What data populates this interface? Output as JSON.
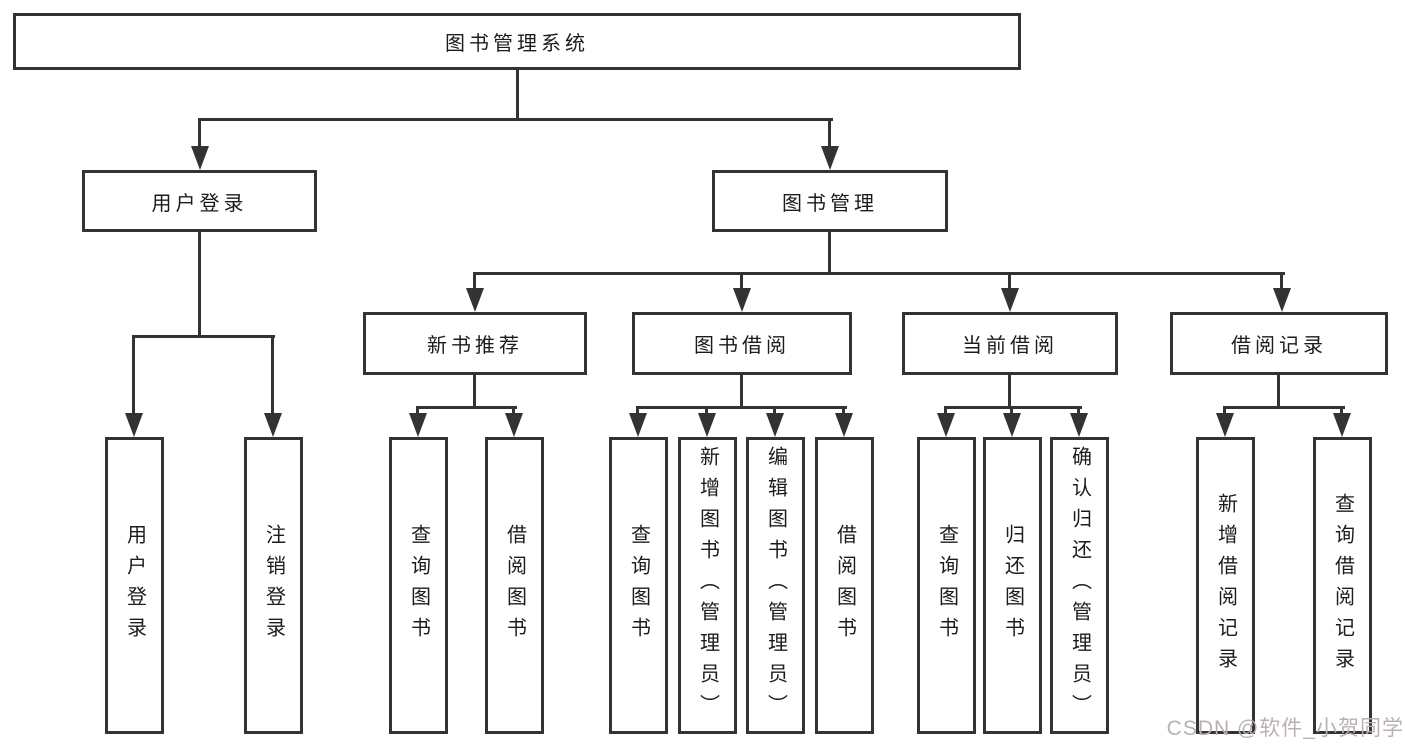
{
  "diagram": {
    "title": "图书管理系统",
    "branches": [
      {
        "label": "用户登录",
        "children": [
          {
            "label": "用户登录"
          },
          {
            "label": "注销登录"
          }
        ]
      },
      {
        "label": "图书管理",
        "children": [
          {
            "label": "新书推荐",
            "children": [
              {
                "label": "查询图书"
              },
              {
                "label": "借阅图书"
              }
            ]
          },
          {
            "label": "图书借阅",
            "children": [
              {
                "label": "查询图书"
              },
              {
                "label": "新增图书（管理员）"
              },
              {
                "label": "编辑图书（管理员）"
              },
              {
                "label": "借阅图书"
              }
            ]
          },
          {
            "label": "当前借阅",
            "children": [
              {
                "label": "查询图书"
              },
              {
                "label": "归还图书"
              },
              {
                "label": "确认归还（管理员）"
              }
            ]
          },
          {
            "label": "借阅记录",
            "children": [
              {
                "label": "新增借阅记录"
              },
              {
                "label": "查询借阅记录"
              }
            ]
          }
        ]
      }
    ]
  },
  "watermark": {
    "text": "CSDN @软件_小贺同学"
  },
  "colors": {
    "line": "#333333",
    "box_border": "#333333",
    "text": "#1c1c1c",
    "watermark": "#b9b1b1",
    "background": "#ffffff"
  }
}
